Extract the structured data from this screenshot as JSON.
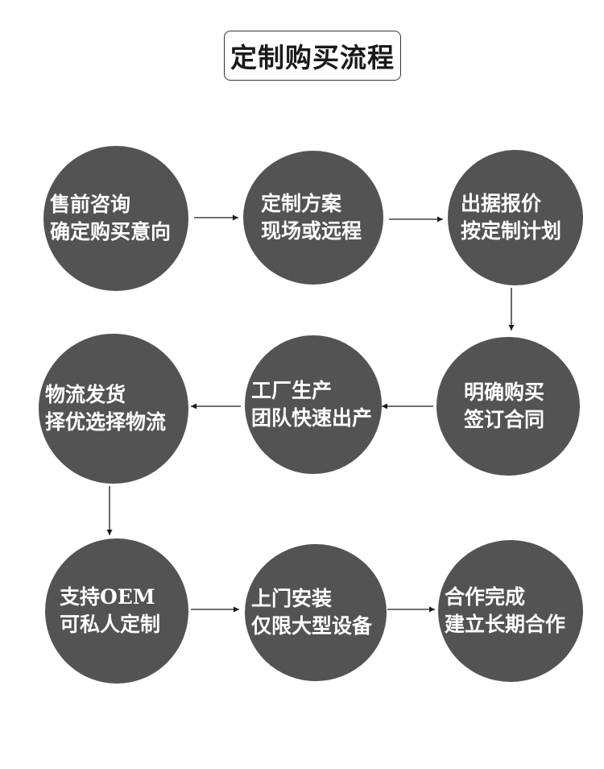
{
  "title": "定制购买流程",
  "steps": [
    {
      "line1": "售前咨询",
      "line2": "确定购买意向"
    },
    {
      "line1": "定制方案",
      "line2": "现场或远程"
    },
    {
      "line1": "出据报价",
      "line2": "按定制计划"
    },
    {
      "line1": "明确购买",
      "line2": "签订合同"
    },
    {
      "line1": "工厂生产",
      "line2": "团队快速出产"
    },
    {
      "line1": "物流发货",
      "line2": "择优选择物流"
    },
    {
      "line1": "支持OEM",
      "line2": "可私人定制"
    },
    {
      "line1": "上门安装",
      "line2": "仅限大型设备"
    },
    {
      "line1": "合作完成",
      "line2": "建立长期合作"
    }
  ],
  "colors": {
    "circle_fill": "#535353",
    "text": "#ffffff",
    "arrow": "#1a1a1a"
  }
}
